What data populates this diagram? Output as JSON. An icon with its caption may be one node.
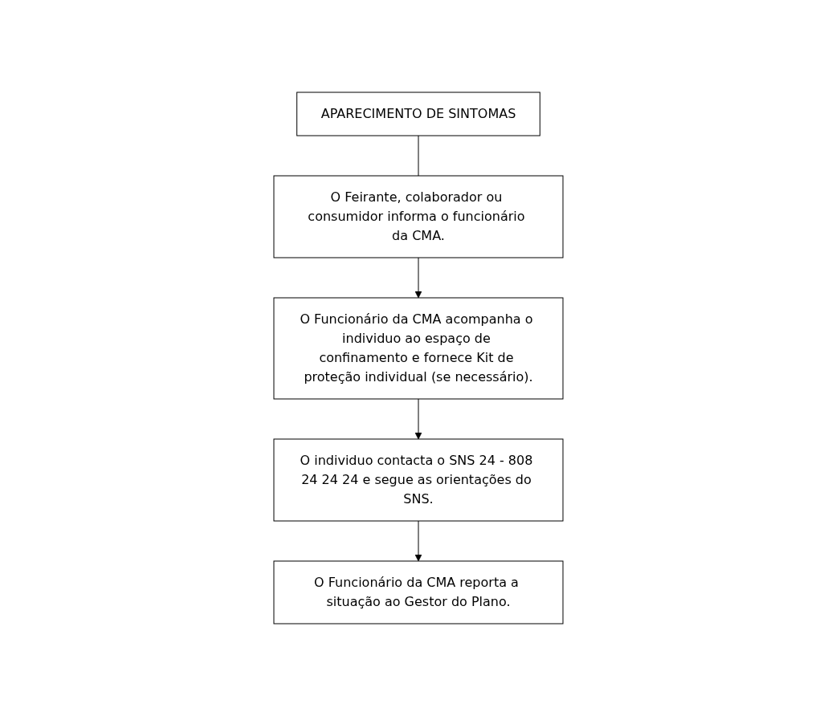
{
  "diagram": {
    "nodes": [
      {
        "text": [
          "APARECIMENTO DE SINTOMAS"
        ]
      },
      {
        "text": [
          "O Feirante, colaborador ou consumidor informa o funcionário da CMA."
        ]
      },
      {
        "text": [
          "O Funcionário da CMA acompanha o individuo ao espaço de confinamento e fornece Kit de proteção individual (se necessário)."
        ]
      },
      {
        "text": [
          "O individuo contacta o SNS 24 - 808 24 24 24 e segue as orientações do SNS."
        ]
      },
      {
        "text": [
          "O Funcionário da CMA reporta a situação ao Gestor do Plano."
        ]
      }
    ],
    "edges": [
      {
        "from": 0,
        "to": 1,
        "arrow": "none"
      },
      {
        "from": 1,
        "to": 2,
        "arrow": "to"
      },
      {
        "from": 2,
        "to": 3,
        "arrow": "to"
      },
      {
        "from": 3,
        "to": 4,
        "arrow": "to"
      }
    ]
  }
}
